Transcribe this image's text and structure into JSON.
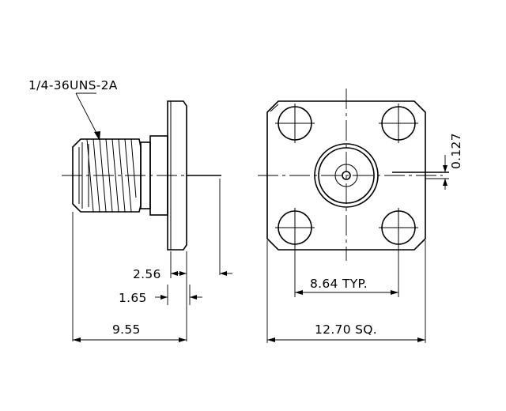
{
  "callouts": {
    "thread": "1/4-36UNS-2A"
  },
  "dimensions": {
    "pin_offset": "0.127",
    "dim_2_56": "2.56",
    "dim_1_65": "1.65",
    "dim_9_55": "9.55",
    "hole_spacing": "8.64 TYP.",
    "flange_square": "12.70 SQ."
  }
}
